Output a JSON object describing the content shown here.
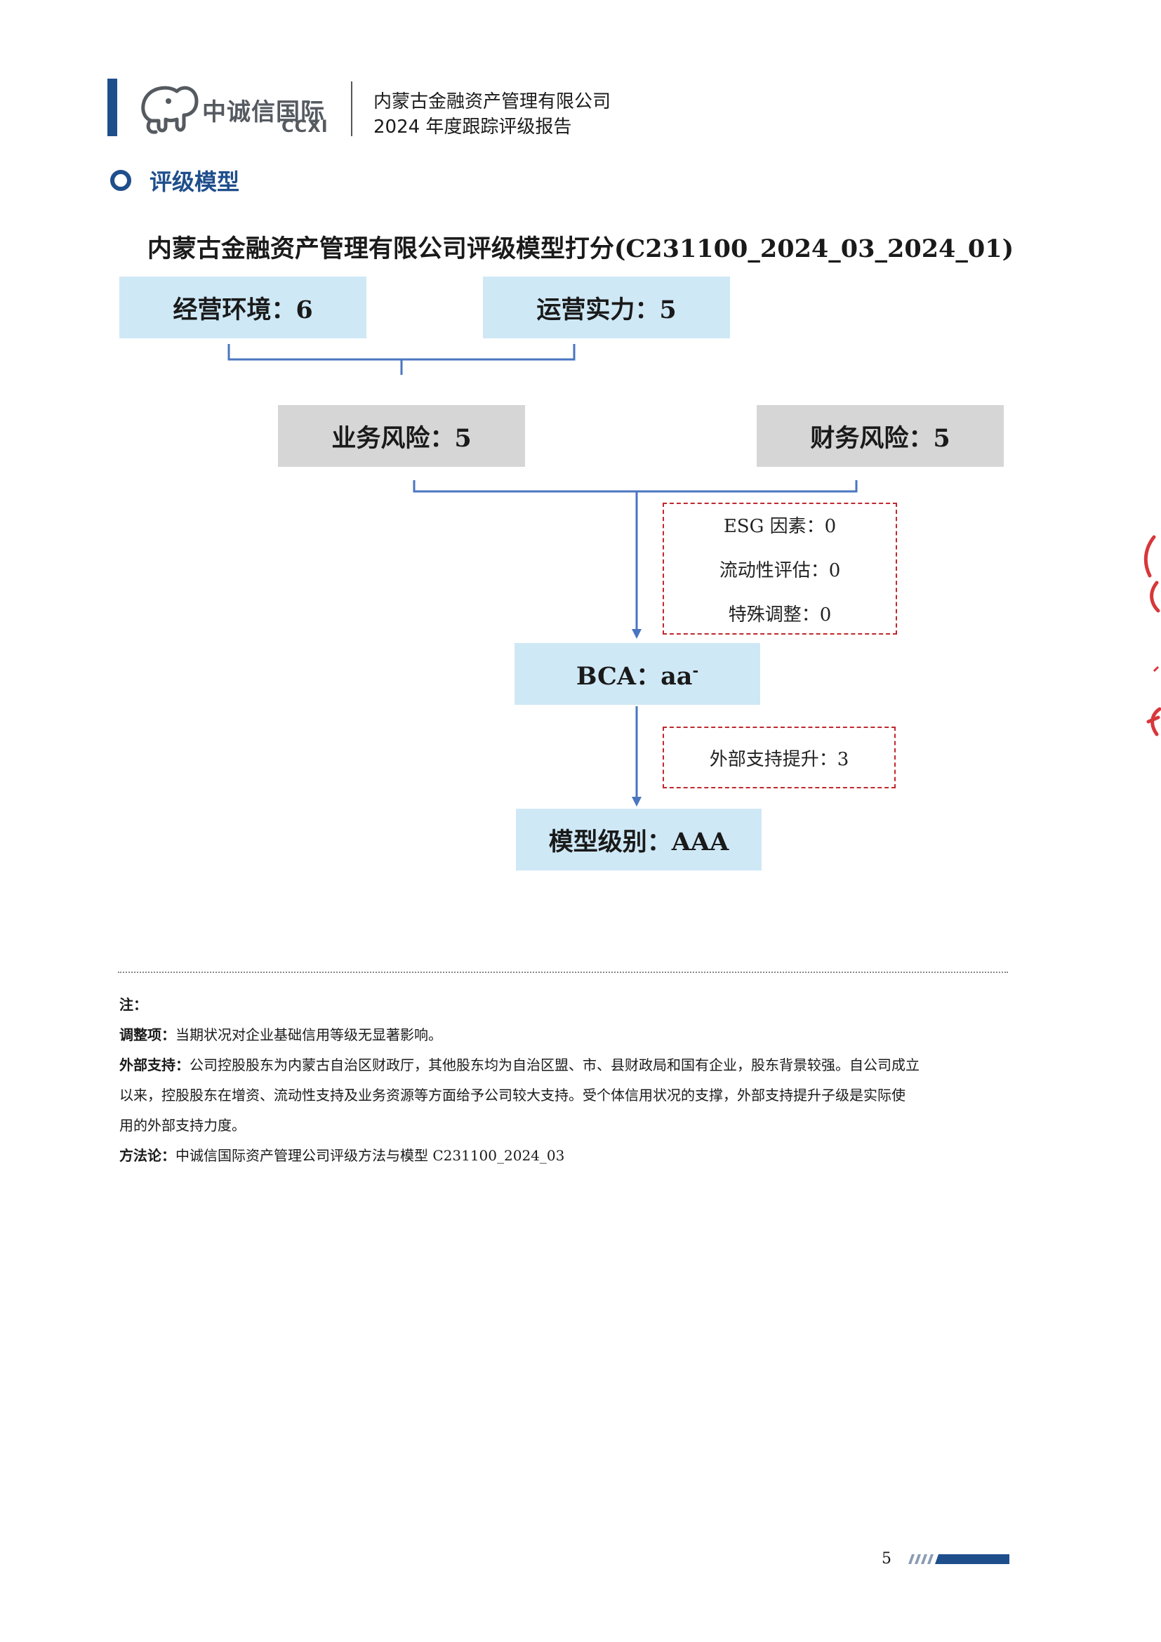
{
  "header": {
    "logo_cn": "中诚信国际",
    "logo_en": "CCXI",
    "line1": "内蒙古金融资产管理有限公司",
    "line2": "2024 年度跟踪评级报告"
  },
  "section": {
    "title": "评级模型"
  },
  "chart": {
    "title": "内蒙古金融资产管理有限公司评级模型打分(C231100_2024_03_2024_01)",
    "operating_env": "经营环境：6",
    "operating_strength": "运营实力：5",
    "business_risk": "业务风险：5",
    "financial_risk": "财务风险：5",
    "adjustments": [
      "ESG 因素：0",
      "流动性评估：0",
      "特殊调整：0"
    ],
    "bca_label": "BCA：aa",
    "bca_suffix": "-",
    "external_support": "外部支持提升：3",
    "model_rating": "模型级别：AAA",
    "colors": {
      "blue_box": "#cfe8f6",
      "gray_box": "#d6d6d6",
      "connector": "#4a76c0",
      "dashed": "#c0282d"
    }
  },
  "notes": {
    "heading": "注：",
    "adjust_label": "调整项：",
    "adjust_text": "当期状况对企业基础信用等级无显著影响。",
    "support_label": "外部支持：",
    "support_text_1": "公司控股股东为内蒙古自治区财政厅，其他股东均为自治区盟、市、县财政局和国有企业，股东背景较强。自公司成立",
    "support_text_2": "以来，控股股东在增资、流动性支持及业务资源等方面给予公司较大支持。受个体信用状况的支撑，外部支持提升子级是实际使",
    "support_text_3": "用的外部支持力度。",
    "method_label": "方法论：",
    "method_text": "中诚信国际资产管理公司评级方法与模型 C231100_2024_03"
  },
  "footer": {
    "page_number": "5"
  }
}
